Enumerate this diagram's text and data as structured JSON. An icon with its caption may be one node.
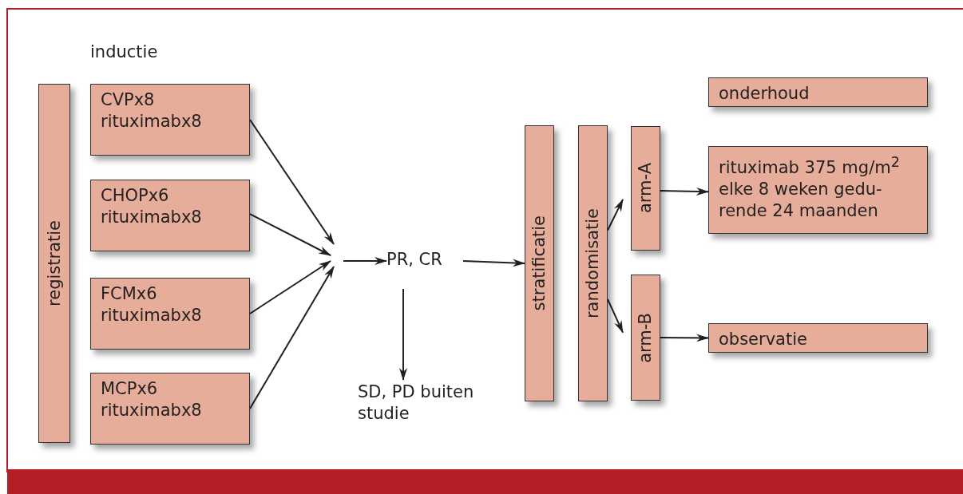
{
  "diagram": {
    "nodes": [
      {
        "text": [
          "registratie"
        ]
      },
      {
        "text": [
          "CVPx8 rituximabx8"
        ]
      },
      {
        "text": [
          "CHOPx6 rituximabx8"
        ]
      },
      {
        "text": [
          "FCMx6 rituximabx8"
        ]
      },
      {
        "text": [
          "MCPx6 rituximabx8"
        ]
      },
      {
        "text": [
          "PR, CR"
        ]
      },
      {
        "text": [
          "SD, PD buiten studie"
        ]
      },
      {
        "text": [
          "stratificatie"
        ]
      },
      {
        "text": [
          "randomisatie"
        ]
      },
      {
        "text": [
          "arm-A"
        ]
      },
      {
        "text": [
          "arm-B"
        ]
      },
      {
        "text": [
          "onderhoud"
        ]
      },
      {
        "text": [
          "rituximab 375 mg/m$^{2}$ elke 8 weken gedu- rende 24 maanden"
        ]
      },
      {
        "text": [
          "observatie"
        ]
      }
    ],
    "edges": [
      {
        "from": 1,
        "to": null,
        "arrow": "to"
      },
      {
        "from": 2,
        "to": null,
        "arrow": "to"
      },
      {
        "from": 3,
        "to": null,
        "arrow": "to"
      },
      {
        "from": 4,
        "to": null,
        "arrow": "to"
      },
      {
        "from": null,
        "to": 5,
        "arrow": "to"
      },
      {
        "from": 5,
        "to": 6,
        "arrow": "to"
      },
      {
        "from": 5,
        "to": 7,
        "arrow": "to"
      },
      {
        "from": 8,
        "to": 9,
        "arrow": "to"
      },
      {
        "from": 8,
        "to": 10,
        "arrow": "to"
      },
      {
        "from": 9,
        "to": 12,
        "arrow": "to"
      },
      {
        "from": 10,
        "to": 13,
        "arrow": "to"
      }
    ],
    "labels": [
      "inductie"
    ]
  }
}
